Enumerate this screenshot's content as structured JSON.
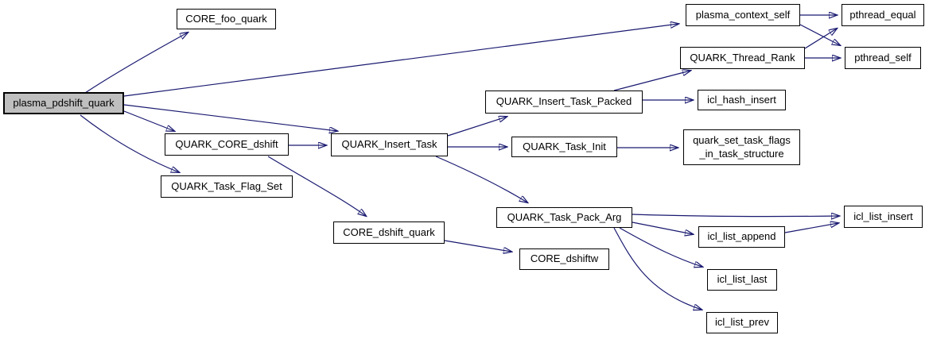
{
  "diagram": {
    "type": "call-graph",
    "background_color": "#ffffff",
    "edge_color": "#191970",
    "node_fill_color": "#ffffff",
    "node_border_color": "#000000",
    "highlight_fill_color": "#bfbfbf",
    "root": "plasma_pdshift_quark",
    "nodes": [
      {
        "label": "plasma_pdshift_quark",
        "highlighted": true
      },
      {
        "label": "CORE_foo_quark"
      },
      {
        "label": "QUARK_CORE_dshift"
      },
      {
        "label": "QUARK_Task_Flag_Set"
      },
      {
        "label": "QUARK_Insert_Task"
      },
      {
        "label": "QUARK_Insert_Task_Packed"
      },
      {
        "label": "QUARK_Task_Init"
      },
      {
        "label": "QUARK_Task_Pack_Arg"
      },
      {
        "label": "CORE_dshift_quark"
      },
      {
        "label": "CORE_dshiftw"
      },
      {
        "label": "plasma_context_self"
      },
      {
        "label": "QUARK_Thread_Rank"
      },
      {
        "label": "icl_hash_insert"
      },
      {
        "label": "quark_set_task_flags_in_task_structure",
        "lines": [
          "quark_set_task_flags",
          "_in_task_structure"
        ]
      },
      {
        "label": "icl_list_append"
      },
      {
        "label": "icl_list_last"
      },
      {
        "label": "icl_list_prev"
      },
      {
        "label": "pthread_equal"
      },
      {
        "label": "pthread_self"
      },
      {
        "label": "icl_list_insert"
      }
    ],
    "edges": [
      {
        "from": "plasma_pdshift_quark",
        "to": "CORE_foo_quark"
      },
      {
        "from": "plasma_pdshift_quark",
        "to": "plasma_context_self"
      },
      {
        "from": "plasma_pdshift_quark",
        "to": "QUARK_Insert_Task"
      },
      {
        "from": "plasma_pdshift_quark",
        "to": "QUARK_CORE_dshift"
      },
      {
        "from": "plasma_pdshift_quark",
        "to": "QUARK_Task_Flag_Set"
      },
      {
        "from": "QUARK_CORE_dshift",
        "to": "QUARK_Insert_Task"
      },
      {
        "from": "QUARK_CORE_dshift",
        "to": "CORE_dshift_quark"
      },
      {
        "from": "QUARK_Insert_Task",
        "to": "QUARK_Insert_Task_Packed"
      },
      {
        "from": "QUARK_Insert_Task",
        "to": "QUARK_Task_Init"
      },
      {
        "from": "QUARK_Insert_Task",
        "to": "QUARK_Task_Pack_Arg"
      },
      {
        "from": "QUARK_Insert_Task_Packed",
        "to": "QUARK_Thread_Rank"
      },
      {
        "from": "QUARK_Insert_Task_Packed",
        "to": "icl_hash_insert"
      },
      {
        "from": "QUARK_Task_Init",
        "to": "quark_set_task_flags_in_task_structure"
      },
      {
        "from": "QUARK_Task_Pack_Arg",
        "to": "icl_list_insert"
      },
      {
        "from": "QUARK_Task_Pack_Arg",
        "to": "icl_list_append"
      },
      {
        "from": "QUARK_Task_Pack_Arg",
        "to": "icl_list_last"
      },
      {
        "from": "QUARK_Task_Pack_Arg",
        "to": "icl_list_prev"
      },
      {
        "from": "icl_list_append",
        "to": "icl_list_insert"
      },
      {
        "from": "CORE_dshift_quark",
        "to": "CORE_dshiftw"
      },
      {
        "from": "plasma_context_self",
        "to": "pthread_equal"
      },
      {
        "from": "plasma_context_self",
        "to": "pthread_self"
      },
      {
        "from": "QUARK_Thread_Rank",
        "to": "pthread_equal"
      },
      {
        "from": "QUARK_Thread_Rank",
        "to": "pthread_self"
      }
    ]
  }
}
